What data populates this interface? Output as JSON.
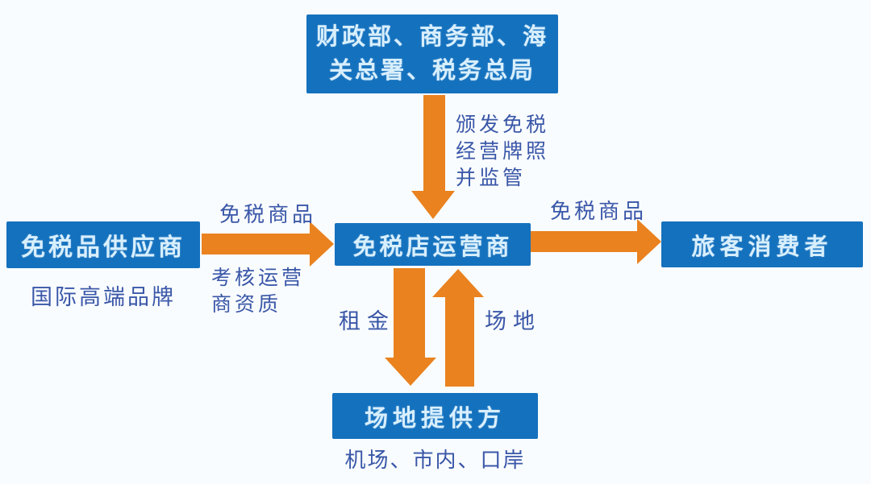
{
  "theme": {
    "bg": "#f9fcfe",
    "box-bg": "#1471be",
    "box-ink": "#d8effd",
    "arrow": "#e9821f",
    "ink": "#3a57a8"
  },
  "nodes": {
    "regulators": {
      "lines": [
        "财政部、商务部、海",
        "关总署、税务总局"
      ]
    },
    "supplier": {
      "label": "免税品供应商",
      "subtitle": "国际高端品牌"
    },
    "operator": {
      "label": "免税店运营商"
    },
    "consumer": {
      "label": "旅客消费者"
    },
    "venue": {
      "label": "场地提供方",
      "subtitle": "机场、市内、口岸"
    }
  },
  "edges": {
    "license": {
      "lines": [
        "颁发免税",
        "经营牌照",
        "并监管"
      ]
    },
    "supply": {
      "label": "免税商品"
    },
    "assess": {
      "lines": [
        "考核运营",
        "商资质"
      ]
    },
    "sell": {
      "label": "免税商品"
    },
    "rent": {
      "label": "租金"
    },
    "venue_provide": {
      "label": "场地"
    }
  }
}
